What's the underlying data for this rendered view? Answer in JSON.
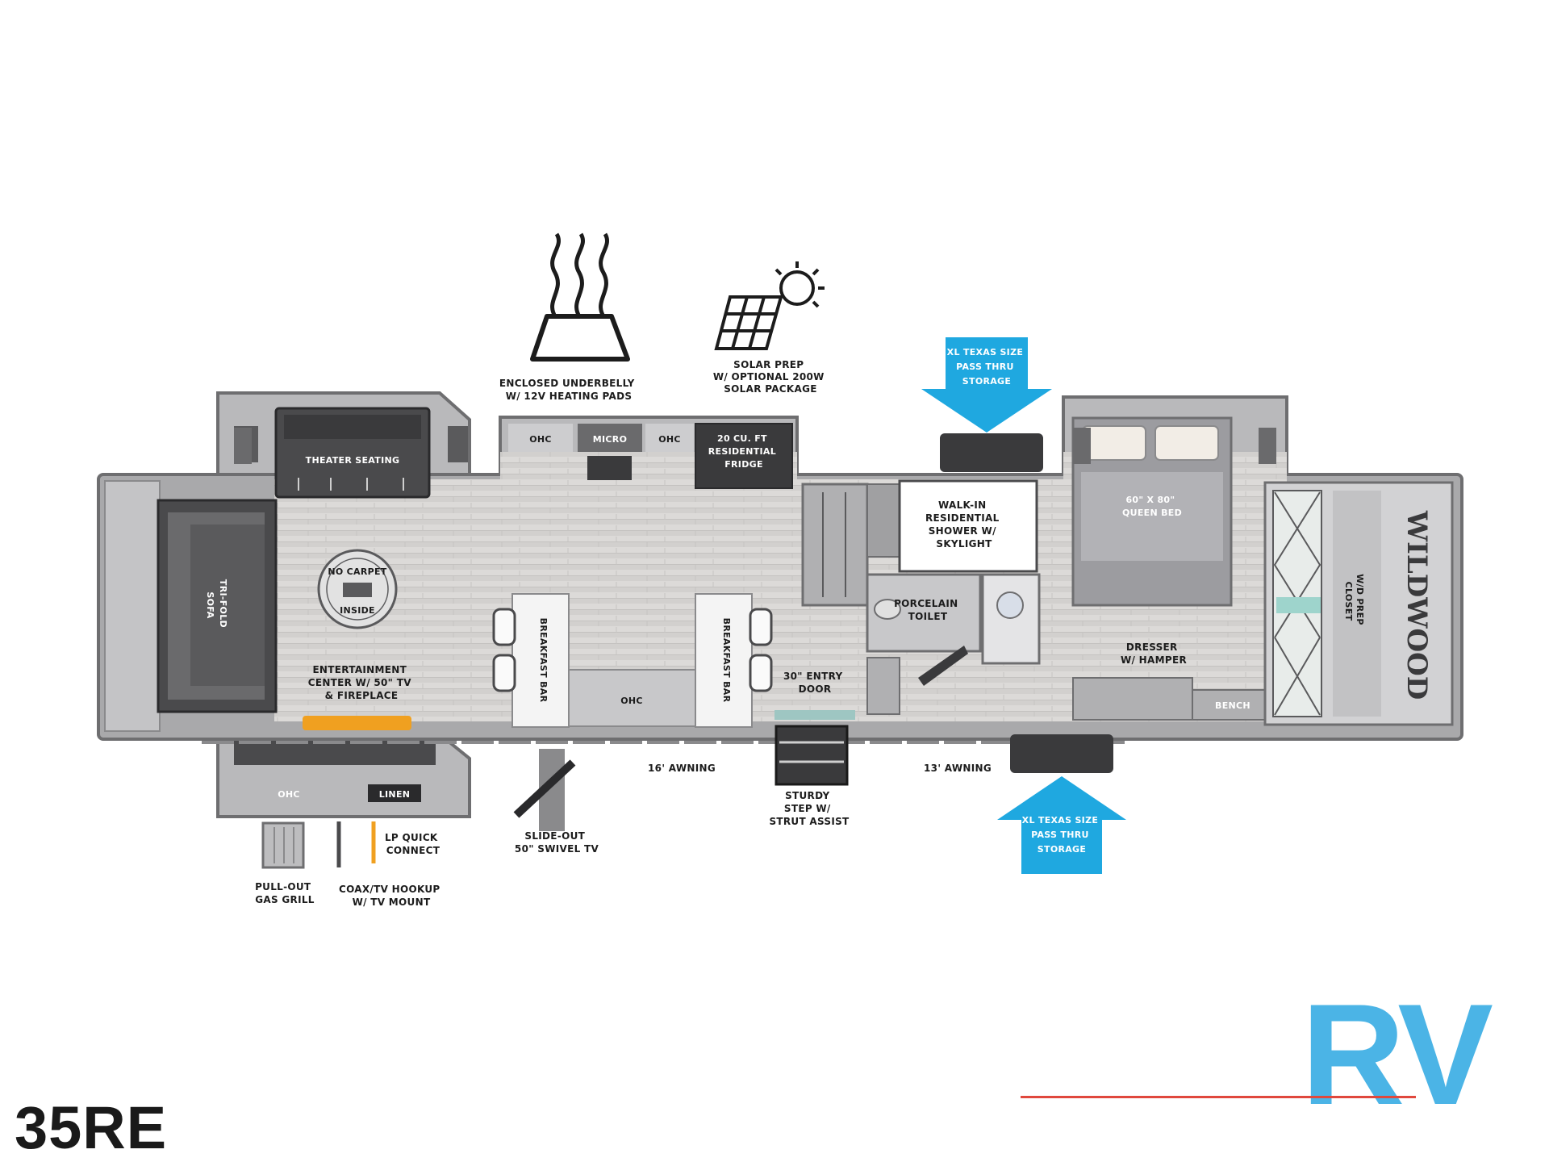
{
  "model": "35RE",
  "logo": {
    "text": "RV",
    "color": "#4bb4e6",
    "underline_color": "#e0483d"
  },
  "brand": "WILDWOOD",
  "colors": {
    "storage_blue": "#1fa8e0",
    "floor": "#d8d6d4",
    "wall": "#6e6e70",
    "dark": "#3a3a3c",
    "fireplace": "#f0a020"
  },
  "icons": {
    "heating": "heating-pads-icon",
    "solar": "solar-panel-icon"
  },
  "labels": {
    "underbelly": [
      "ENCLOSED UNDERBELLY",
      "W/ 12V HEATING PADS"
    ],
    "solar": [
      "SOLAR PREP",
      "W/ OPTIONAL 200W",
      "SOLAR PACKAGE"
    ],
    "storage_top": [
      "XL TEXAS SIZE",
      "PASS THRU",
      "STORAGE"
    ],
    "storage_bottom": [
      "XL TEXAS SIZE",
      "PASS THRU",
      "STORAGE"
    ],
    "theater_seating": "THEATER SEATING",
    "fridge": [
      "20 CU. FT",
      "RESIDENTIAL",
      "FRIDGE"
    ],
    "ohc": "OHC",
    "micro": "MICRO",
    "sofa": [
      "TRI-FOLD",
      "SOFA"
    ],
    "entertainment": [
      "ENTERTAINMENT",
      "CENTER W/ 50\" TV",
      "& FIREPLACE"
    ],
    "no_carpet": [
      "NO CARPET",
      "INSIDE"
    ],
    "breakfast_bar_1": "BREAKFAST BAR",
    "breakfast_bar_2": "BREAKFAST BAR",
    "shower": [
      "WALK-IN",
      "RESIDENTIAL",
      "SHOWER W/",
      "SKYLIGHT"
    ],
    "toilet": [
      "PORCELAIN",
      "TOILET"
    ],
    "entry_door": [
      "30\" ENTRY",
      "DOOR"
    ],
    "bed": [
      "60\" X 80\"",
      "QUEEN BED"
    ],
    "dresser": [
      "DRESSER",
      "W/ HAMPER"
    ],
    "bench": "BENCH",
    "washer_dryer": [
      "W/D PREP",
      "CLOSET"
    ],
    "awning_16": "16' AWNING",
    "awning_13": "13' AWNING",
    "slide_tv": [
      "SLIDE-OUT",
      "50\" SWIVEL TV"
    ],
    "step": [
      "STURDY",
      "STEP W/",
      "STRUT ASSIST"
    ],
    "lp_quick": [
      "LP QUICK",
      "CONNECT"
    ],
    "grill": [
      "PULL-OUT",
      "GAS GRILL"
    ],
    "coax": [
      "COAX/TV HOOKUP",
      "W/ TV MOUNT"
    ],
    "linen": "LINEN"
  }
}
